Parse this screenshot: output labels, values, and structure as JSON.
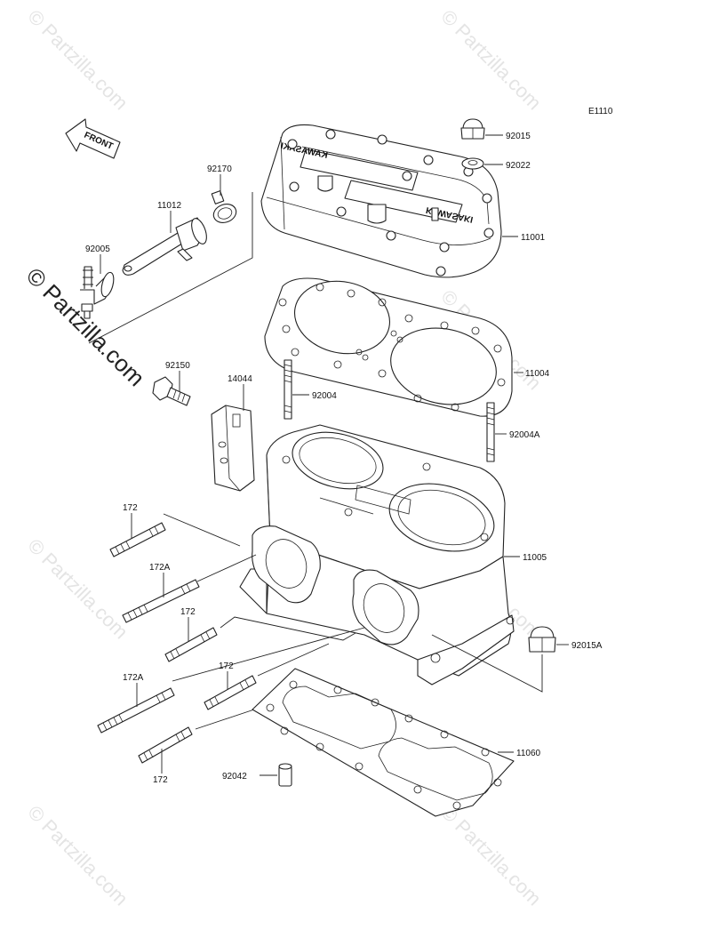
{
  "diagram_code": "E1110",
  "front_marker": "FRONT",
  "watermark": "© Partzilla.com",
  "parts": [
    {
      "id": "p11001",
      "number": "11001"
    },
    {
      "id": "p11004",
      "number": "11004"
    },
    {
      "id": "p11005",
      "number": "11005"
    },
    {
      "id": "p11060",
      "number": "11060"
    },
    {
      "id": "p11012",
      "number": "11012"
    },
    {
      "id": "p14044",
      "number": "14044"
    },
    {
      "id": "p92015",
      "number": "92015"
    },
    {
      "id": "p92022",
      "number": "92022"
    },
    {
      "id": "p92170",
      "number": "92170"
    },
    {
      "id": "p92005",
      "number": "92005"
    },
    {
      "id": "p92150",
      "number": "92150"
    },
    {
      "id": "p92004",
      "number": "92004"
    },
    {
      "id": "p92004A",
      "number": "92004A"
    },
    {
      "id": "p172a",
      "number": "172"
    },
    {
      "id": "p172Aa",
      "number": "172A"
    },
    {
      "id": "p172b",
      "number": "172"
    },
    {
      "id": "p172c",
      "number": "172"
    },
    {
      "id": "p172Ab",
      "number": "172A"
    },
    {
      "id": "p172d",
      "number": "172"
    },
    {
      "id": "p92015A",
      "number": "92015A"
    },
    {
      "id": "p92042",
      "number": "92042"
    }
  ]
}
